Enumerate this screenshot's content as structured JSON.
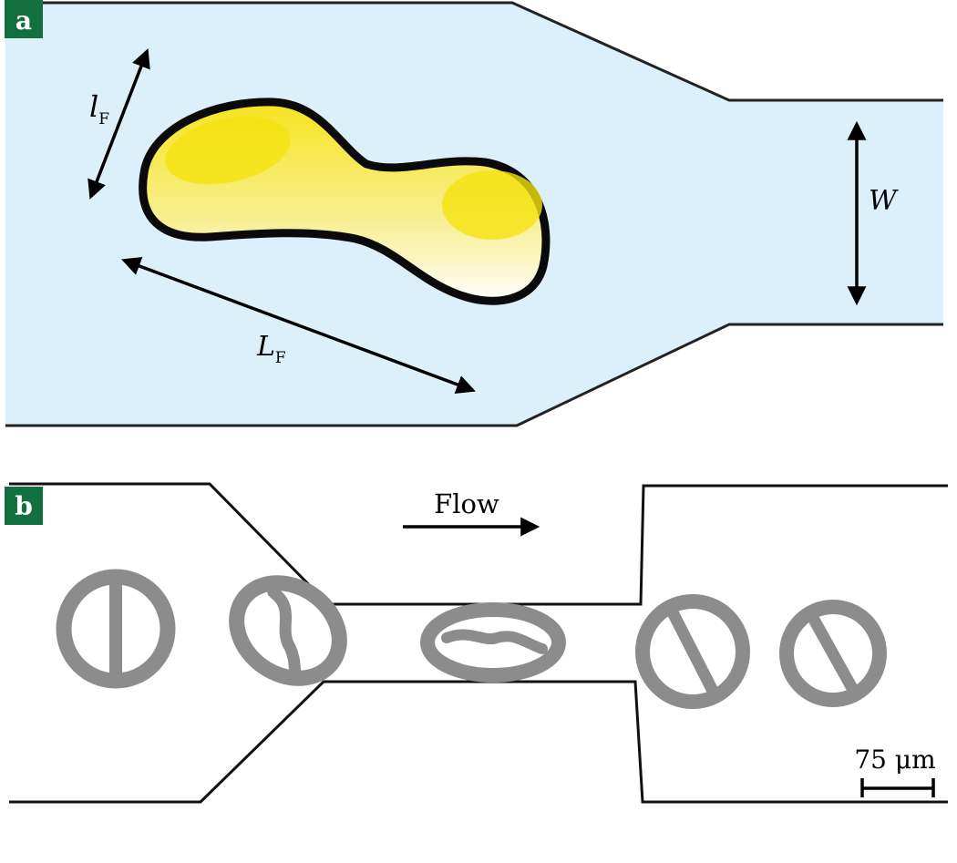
{
  "panel_a": {
    "label": "a",
    "dim_small": {
      "main": "l",
      "sub": "F"
    },
    "dim_long": {
      "main": "L",
      "sub": "F"
    },
    "dim_width": "W"
  },
  "panel_b": {
    "label": "b",
    "flow_label": "Flow",
    "scale_bar": "75 μm"
  },
  "colors": {
    "label_bg": "#12703f",
    "channel_fill": "#dcf0fb",
    "cell_gray": "#8c8c8c",
    "droplet_yellow": "#f6e62a"
  }
}
